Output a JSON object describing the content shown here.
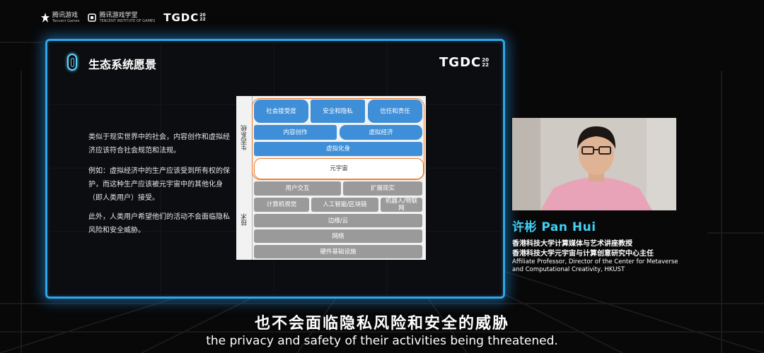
{
  "header": {
    "logo1_cn": "腾讯游戏",
    "logo1_en": "Tencent Games",
    "logo2_cn": "腾讯游戏学堂",
    "logo2_en": "TENCENT INSTITUTE OF GAMES",
    "tgdc": "TGDC",
    "tgdc_year_top": "20",
    "tgdc_year_bottom": "22"
  },
  "slide": {
    "title": "生态系统愿景",
    "tgdc": "TGDC",
    "tgdc_year_top": "20",
    "tgdc_year_bottom": "22",
    "paragraphs": [
      "类似于现实世界中的社会，内容创作和虚拟经济应该符合社会规范和法规。",
      "例如：虚拟经济中的生产应该受到所有权的保护，而这种生产应该被元宇宙中的其他化身（即人类用户）接受。",
      "此外，人类用户希望他们的活动不会面临隐私风险和安全威胁。"
    ],
    "diagram": {
      "side_eco": "生态系统",
      "side_tech": "技术",
      "eco_row1": [
        "社会接受度",
        "安全和隐私",
        "信任和责任"
      ],
      "eco_row2": [
        "内容创作",
        "虚拟经济"
      ],
      "eco_row3": "虚拟化身",
      "eco_row4": "元宇宙",
      "tech_row1": [
        "用户交互",
        "扩展现实"
      ],
      "tech_row2": [
        "计算机视觉",
        "人工智能/区块链",
        "机器人/物联网"
      ],
      "tech_row3": "边缘/云",
      "tech_row4": "网络",
      "tech_row5": "硬件基础设施"
    }
  },
  "speaker": {
    "name": "许彬   Pan Hui",
    "title_cn_1": "香港科技大学计算媒体与艺术讲座教授",
    "title_cn_2": "香港科技大学元宇宙与计算创意研究中心主任",
    "title_en_1": "Affiliate Professor, Director of the Center for Metaverse",
    "title_en_2": "and Computational Creativity, HKUST"
  },
  "subtitles": {
    "cn": "也不会面临隐私风险和安全的威胁",
    "en": "the privacy and safety of their activities being threatened."
  },
  "colors": {
    "frame": "#2ea6e8",
    "name": "#3fd0f5",
    "diagram_blue": "#3f8fd8",
    "diagram_gray": "#9a9a9a",
    "diagram_outline": "#ee7e30"
  }
}
